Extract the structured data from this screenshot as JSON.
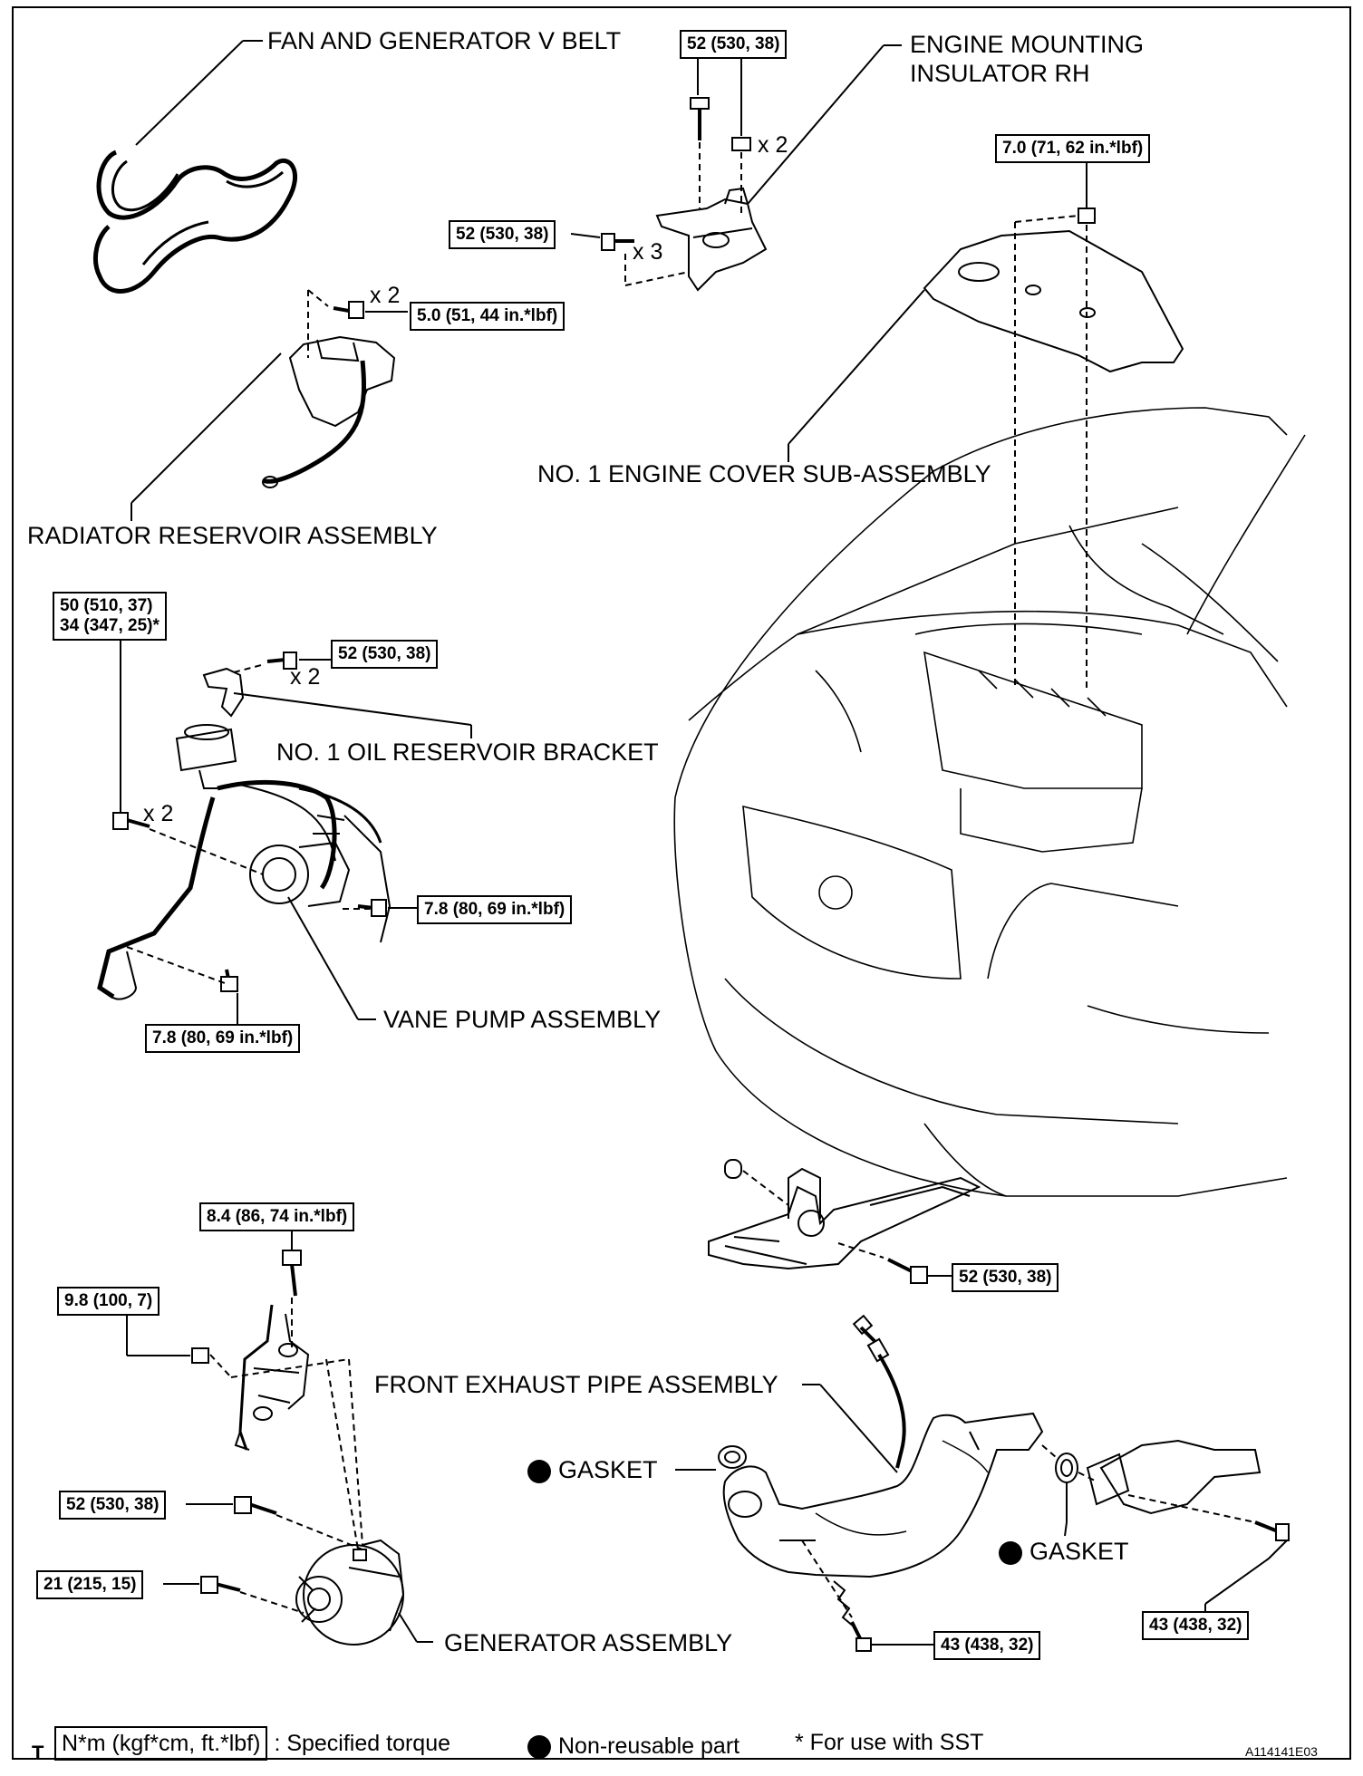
{
  "labels": {
    "fan_belt": "FAN AND GENERATOR V BELT",
    "engine_mount": "ENGINE MOUNTING",
    "engine_mount_2": "INSULATOR RH",
    "engine_cover": "NO. 1 ENGINE COVER SUB-ASSEMBLY",
    "radiator_reservoir": "RADIATOR RESERVOIR ASSEMBLY",
    "oil_bracket": "NO. 1 OIL RESERVOIR BRACKET",
    "vane_pump": "VANE PUMP ASSEMBLY",
    "exhaust_pipe": "FRONT EXHAUST PIPE ASSEMBLY",
    "gasket_left": "GASKET",
    "gasket_right": "GASKET",
    "generator": "GENERATOR ASSEMBLY"
  },
  "torques": {
    "mount_top": "52 (530, 38)",
    "mount_side": "52 (530, 38)",
    "cover": "7.0 (71, 62 in.*lbf)",
    "reservoir": "5.0 (51, 44 in.*lbf)",
    "bracket_main_1": "50 (510, 37)",
    "bracket_main_2": "34 (347, 25)*",
    "oil_bracket": "52 (530, 38)",
    "pump_right": "7.8 (80, 69 in.*lbf)",
    "pump_bottom": "7.8 (80, 69 in.*lbf)",
    "lower_mount": "52 (530, 38)",
    "gen_top": "8.4 (86, 74 in.*lbf)",
    "gen_nut": "9.8 (100, 7)",
    "gen_bolt_upper": "52 (530, 38)",
    "gen_bolt_lower": "21 (215, 15)",
    "exhaust_left": "43 (438, 32)",
    "exhaust_right": "43 (438, 32)"
  },
  "quantities": {
    "mount_nut": "x 2",
    "mount_bolt": "x 3",
    "reservoir_bolt": "x 2",
    "bracket_bolt": "x 2",
    "main_bolt": "x 2"
  },
  "legend": {
    "torque_unit": "N*m (kgf*cm, ft.*lbf)",
    "torque_desc": ": Specified torque",
    "non_reusable": "Non-reusable part",
    "sst": "* For use with SST"
  },
  "footer": {
    "letter": "T",
    "code": "A114141E03"
  }
}
